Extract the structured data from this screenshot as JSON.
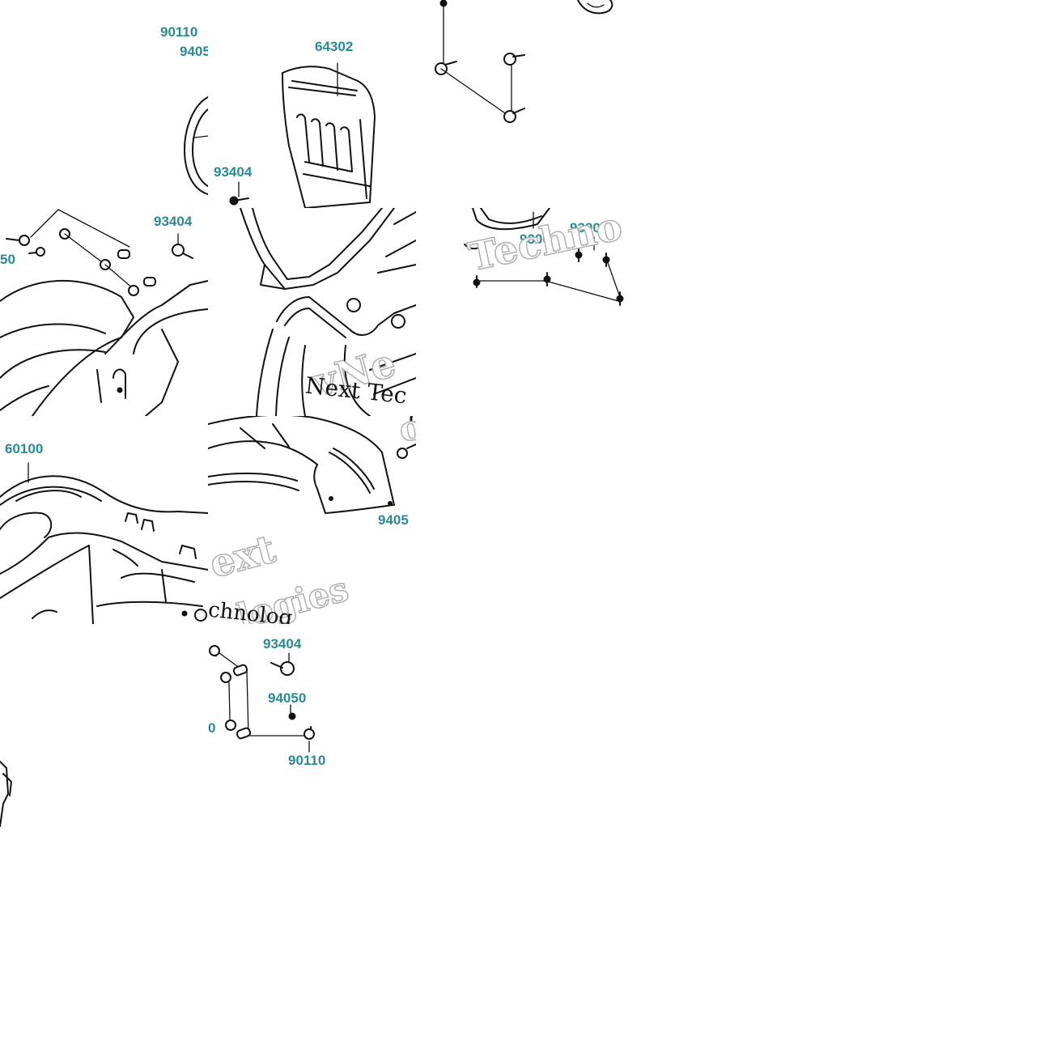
{
  "labels": {
    "t00_a": "90110",
    "t00_b": "9405",
    "t10_a": "64302",
    "t10_b": "93404",
    "t01_a": "93404",
    "t01_b": "50",
    "t21_a": "9300",
    "t21_b": "9390",
    "t02_a": "60100",
    "t12_a": "9405",
    "t13_a": "93404",
    "t13_b": "94050",
    "t13_c": "0",
    "t13_d": "90110"
  },
  "watermarks": {
    "t21_techno": "Techno",
    "t11_next": "vNe",
    "t11_serif": "Next Tec",
    "t12_serif": "ologies",
    "t12_ologies": "ologies",
    "t12_ext": "ext",
    "t12_logies": "logies",
    "t12_chnolog": "chnolog"
  },
  "colors": {
    "label": "#2a8a93",
    "line": "#111111",
    "watermark_outline": "#b0b0b0"
  }
}
